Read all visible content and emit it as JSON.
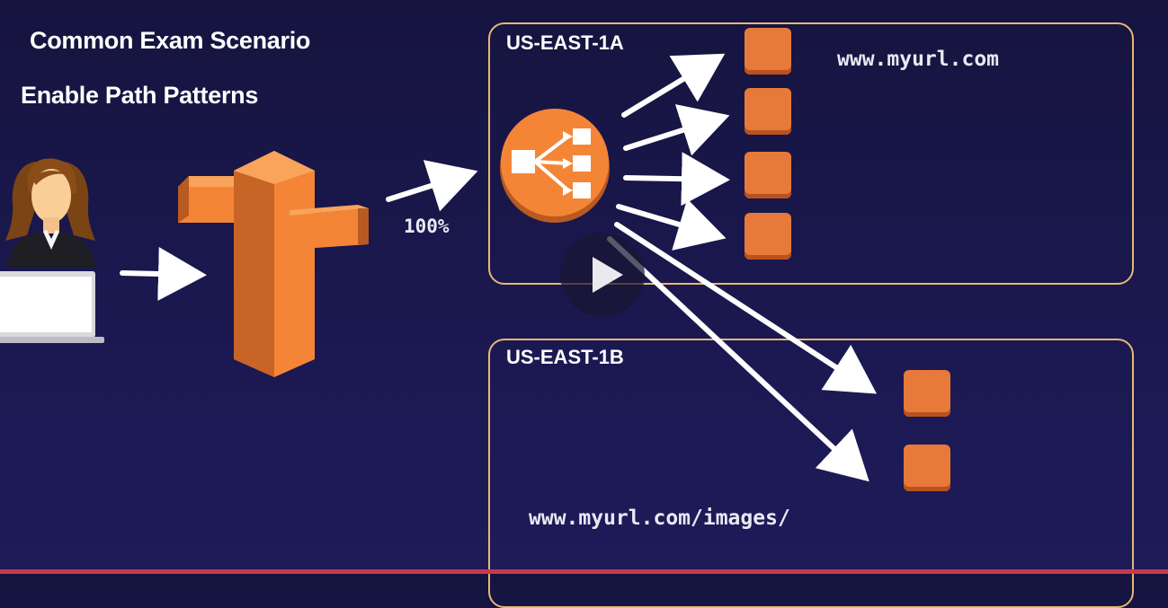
{
  "slide": {
    "title": "Common Exam Scenario",
    "subtitle": "Enable Path Patterns"
  },
  "regions": {
    "a": {
      "label": "US-EAST-1A",
      "url": "www.myurl.com",
      "instance_count": 4
    },
    "b": {
      "label": "US-EAST-1B",
      "url": "www.myurl.com/images/",
      "instance_count": 2
    }
  },
  "traffic": {
    "percent_label": "100%"
  },
  "player": {
    "play_icon": "play-icon"
  },
  "colors": {
    "background": "#1b1850",
    "region_border": "#e6b874",
    "aws_orange": "#f58536",
    "instance": "#e77a3a",
    "arrow": "#ffffff"
  }
}
